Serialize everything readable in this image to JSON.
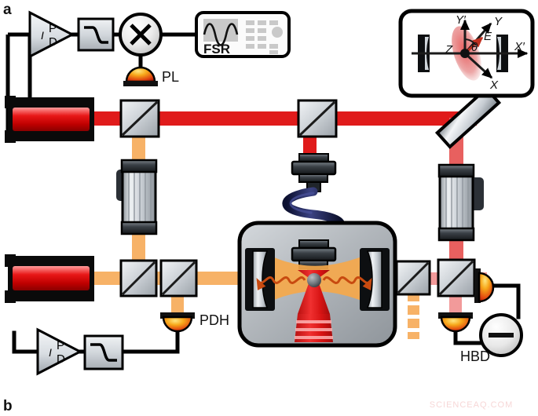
{
  "figure": {
    "panel_a_label": "a",
    "panel_b_label": "b",
    "watermark": "SCIENCEAQ.COM",
    "description": "Optical levitation setup: two lasers, PID feedback loops, beam splitters, modulators, vacuum chamber with optical cavity and levitated nanoparticle, and a homodyne balanced detector."
  },
  "colors": {
    "trap_beam_red": "#e01b1b",
    "cavity_mode_orange": "#f5a84b",
    "beam_pink": "#f08c8c",
    "laser_body_black": "#0a0a0a",
    "optic_silver": "#c8cdd2",
    "chamber_gray": "#b0b4b8",
    "spring_navy": "#1d2250",
    "detector_orange": "#f0a000",
    "detector_red": "#d02010",
    "particle_gray": "#6e7378",
    "outline_black": "#000000",
    "watermark_pink": "#f7d7d7"
  },
  "electronics": {
    "pid_top": {
      "name": "PID controller",
      "letters": [
        "I",
        "P",
        "D"
      ]
    },
    "pid_bottom": {
      "name": "PID controller",
      "letters": [
        "I",
        "P",
        "D"
      ]
    },
    "lowpass_top": {
      "name": "low-pass filter"
    },
    "lowpass_bottom": {
      "name": "low-pass filter"
    },
    "mixer": {
      "name": "RF mixer",
      "glyph": "✕"
    },
    "fsr_instrument": {
      "label": "FSR",
      "screen": "sine waveform"
    },
    "subtractor": {
      "name": "difference amplifier",
      "glyph": "−"
    }
  },
  "detectors": [
    {
      "id": "pl",
      "label": "PL",
      "name": "phase-lock photodiode"
    },
    {
      "id": "pdh",
      "label": "PDH",
      "name": "Pound-Drever-Hall photodiode"
    },
    {
      "id": "hbd",
      "label": "HBD",
      "name": "homodyne balanced detector"
    }
  ],
  "optics": {
    "laser_top": {
      "name": "laser 1"
    },
    "laser_bottom": {
      "name": "laser 2"
    },
    "modulator_left": {
      "name": "electro-optic modulator"
    },
    "modulator_right": {
      "name": "electro-optic modulator"
    },
    "mirror_tilted": {
      "name": "steering mirror"
    },
    "beam_splitters": 7,
    "piezo_top": {
      "name": "piezo actuator"
    },
    "piezo_chamber": {
      "name": "piezo actuator"
    },
    "spring": {
      "name": "vibration isolation spring"
    },
    "chamber": {
      "name": "vacuum chamber"
    },
    "cavity_mirror_left": {
      "name": "cavity mirror"
    },
    "cavity_mirror_right": {
      "name": "cavity mirror"
    },
    "particle": {
      "name": "levitated nanoparticle"
    }
  },
  "inset": {
    "name": "cavity coordinate inset",
    "axes": [
      {
        "id": "yprime",
        "label": "Y′"
      },
      {
        "id": "y",
        "label": "Y"
      },
      {
        "id": "e",
        "label": "E"
      },
      {
        "id": "z",
        "label": "Z"
      },
      {
        "id": "theta",
        "label": "θ"
      },
      {
        "id": "x",
        "label": "X"
      },
      {
        "id": "xprime",
        "label": "X′"
      }
    ]
  }
}
